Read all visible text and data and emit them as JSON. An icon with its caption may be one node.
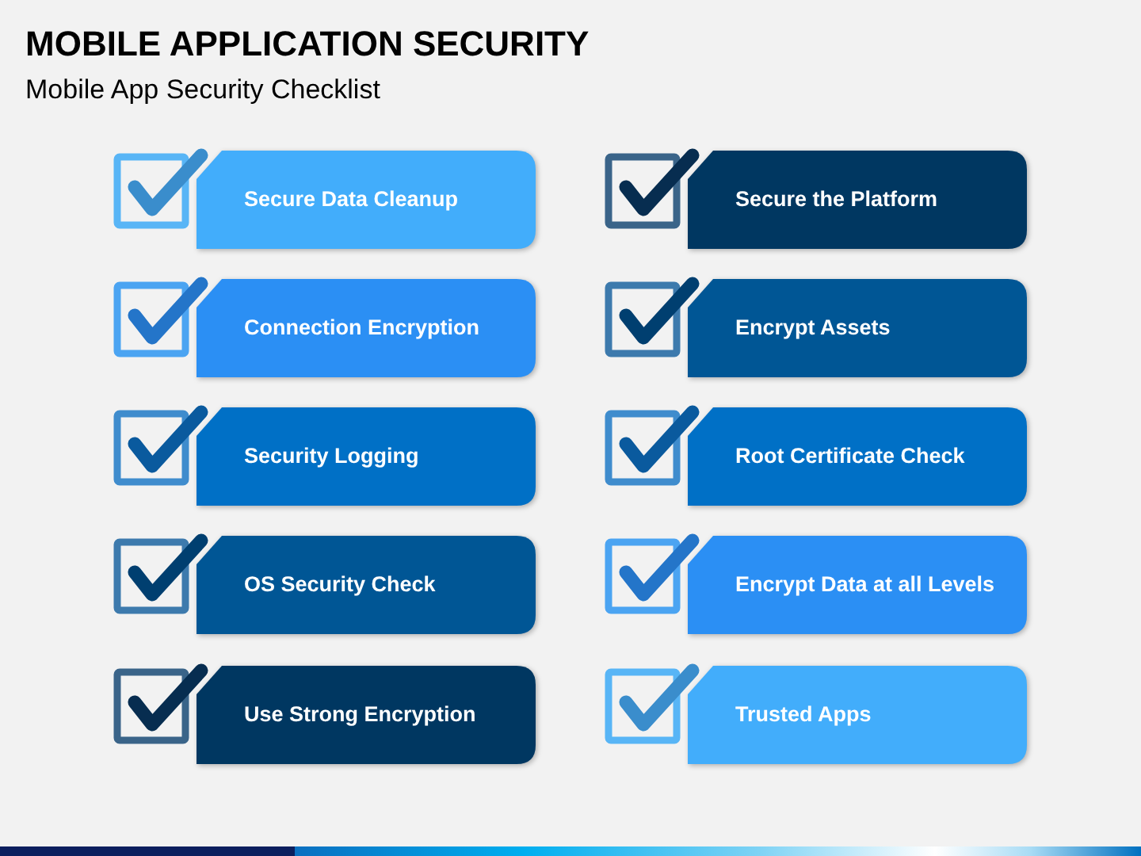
{
  "diagram": {
    "title": "MOBILE APPLICATION SECURITY",
    "nodes": [
      {
        "text": [
          "Secure Data Cleanup"
        ]
      },
      {
        "text": [
          "Connection Encryption"
        ]
      },
      {
        "text": [
          "Security Logging"
        ]
      },
      {
        "text": [
          "OS Security Check"
        ]
      },
      {
        "text": [
          "Use Strong Encryption"
        ]
      },
      {
        "text": [
          "Secure the Platform"
        ]
      },
      {
        "text": [
          "Encrypt Assets"
        ]
      },
      {
        "text": [
          "Root Certificate Check"
        ]
      },
      {
        "text": [
          "Encrypt Data at all Levels"
        ]
      },
      {
        "text": [
          "Trusted Apps"
        ]
      }
    ],
    "labels": [
      "Mobile App Security Checklist"
    ]
  }
}
